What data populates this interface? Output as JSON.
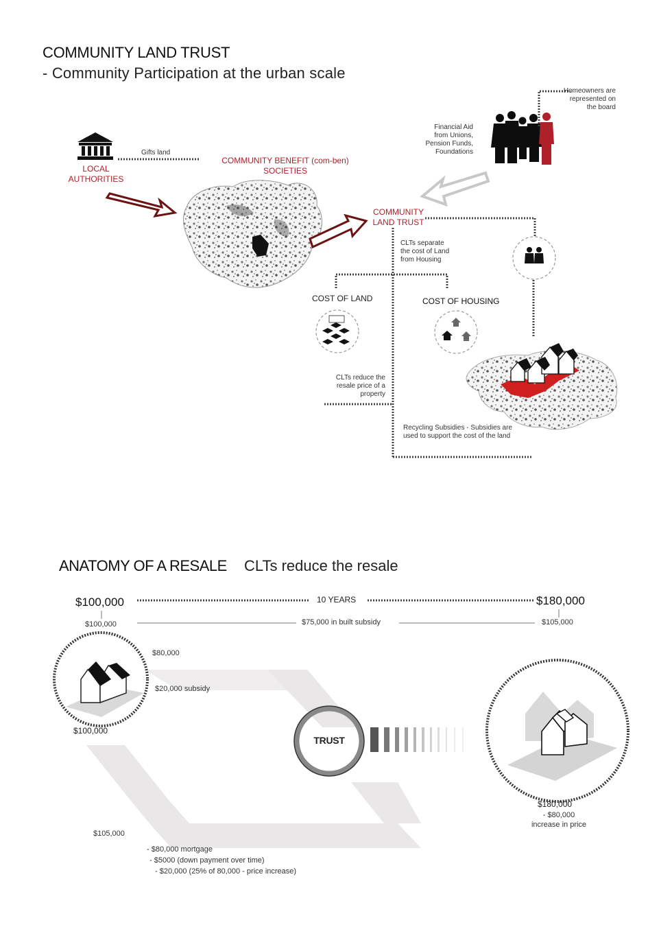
{
  "header": {
    "title": "COMMUNITY LAND TRUST",
    "subtitle": "- Community Participation at the urban scale"
  },
  "top_diagram": {
    "local_authorities": "LOCAL AUTHORITIES",
    "gifts_land": "Gifts land",
    "com_ben": "COMMUNITY BENEFIT (com-ben) SOCIETIES",
    "financial_aid": "Financial Aid from Unions, Pension Funds, Foundations",
    "homeowners": "Homeowners are represented on the board",
    "clt": "COMMUNITY LAND TRUST",
    "clt_separate": "CLTs separate the cost of Land from Housing",
    "cost_of_land": "COST OF LAND",
    "cost_of_housing": "COST OF HOUSING",
    "clt_reduce": "CLTs reduce the resale price of a property",
    "recycling": "Recycling Subsidies - Subsidies are used to support the cost of the land"
  },
  "anatomy": {
    "title": "ANATOMY OF A RESALE",
    "subtitle": "CLTs reduce the resale",
    "start_price": "$100,000",
    "start_price_small": "$100,000",
    "years": "10 YEARS",
    "end_price": "$180,000",
    "end_price_small": "$105,000",
    "built_subsidy": "$75,000 in built subsidy",
    "price_80": "$80,000",
    "subsidy_20": "$20,000  subsidy",
    "house_left_price": "$100,000",
    "trust": "TRUST",
    "house_right_price": "$180,000",
    "increase_line1": "- $80,000",
    "increase_line2": "increase in price",
    "price_105": "$105,000",
    "breakdown": [
      "- $80,000  mortgage",
      "- $5000  (down payment over time)",
      "- $20,000  (25% of 80,000 - price increase)"
    ]
  },
  "colors": {
    "accent_red": "#b0202a",
    "dark_red": "#7a1c1c",
    "grey_path": "#e9e7e7"
  }
}
